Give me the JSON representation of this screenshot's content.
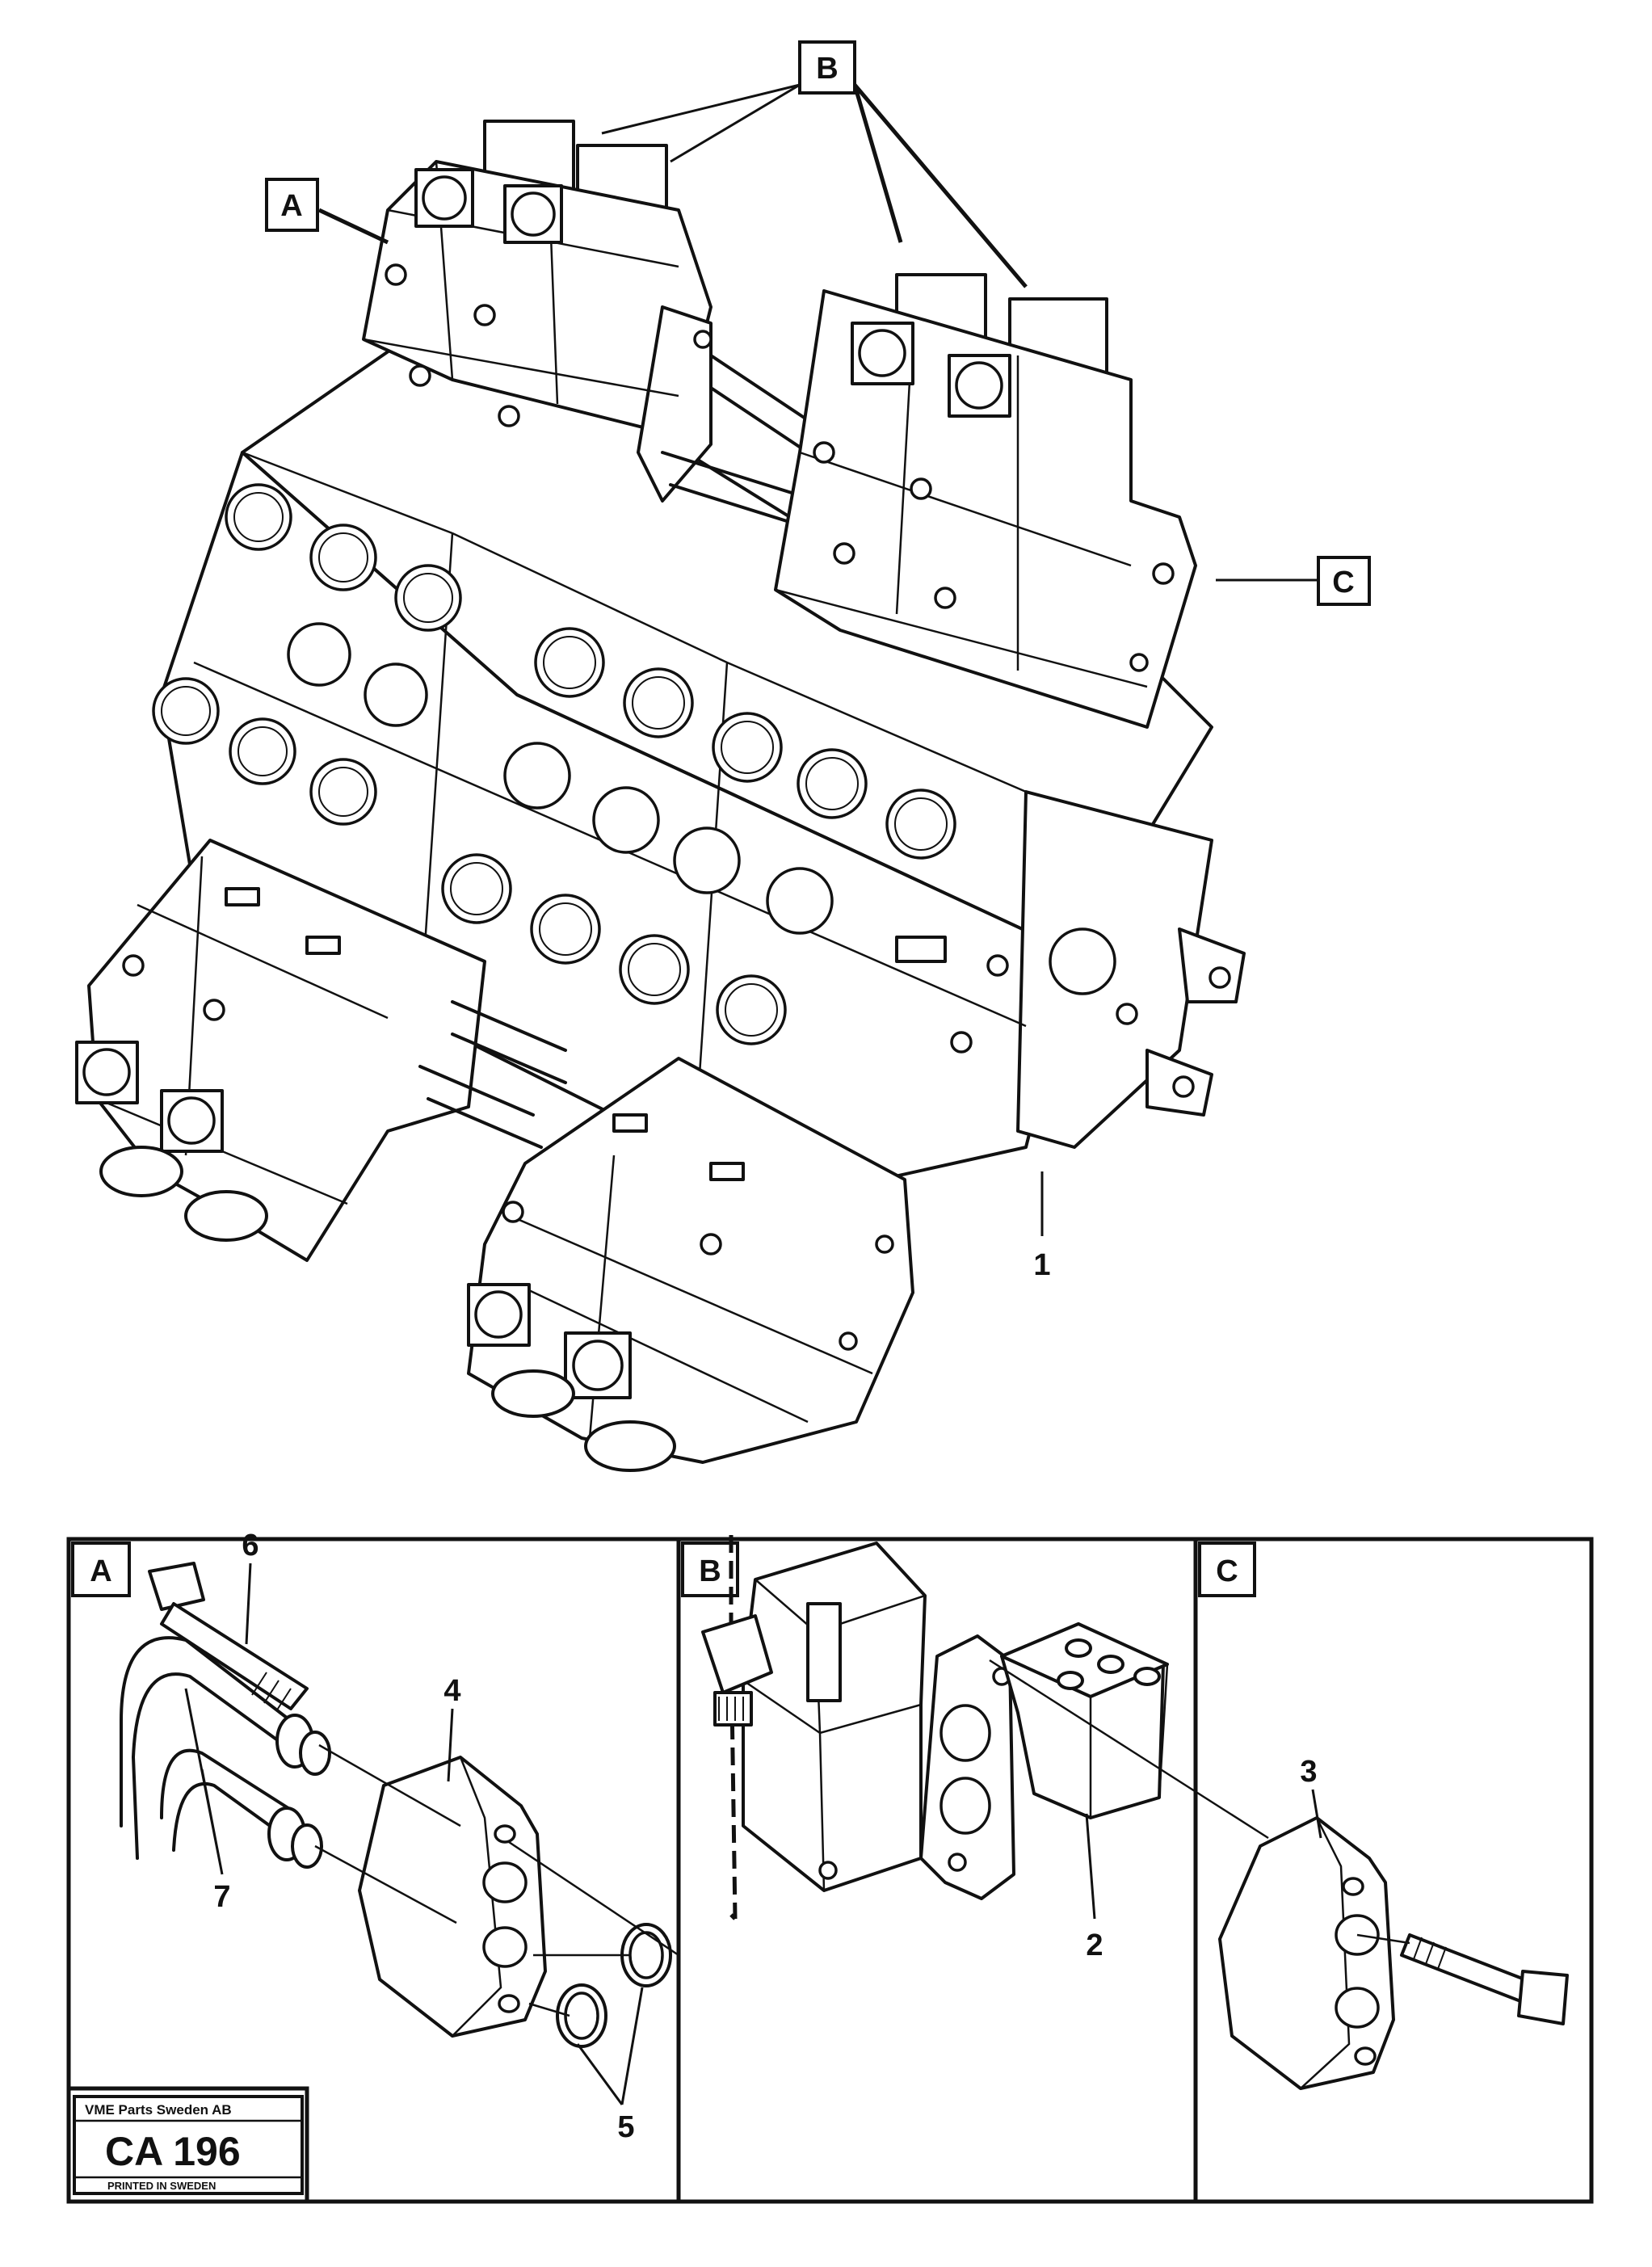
{
  "callouts": {
    "A": "A",
    "B": "B",
    "C": "C"
  },
  "part_numbers": {
    "p1": "1",
    "p2": "2",
    "p3": "3",
    "p4": "4",
    "p5": "5",
    "p6": "6",
    "p7": "7"
  },
  "detail_panels": {
    "A": "A",
    "B": "B",
    "C": "C"
  },
  "stamp": {
    "company": "VME Parts Sweden AB",
    "code": "CA 196",
    "printed": "PRINTED IN SWEDEN"
  }
}
